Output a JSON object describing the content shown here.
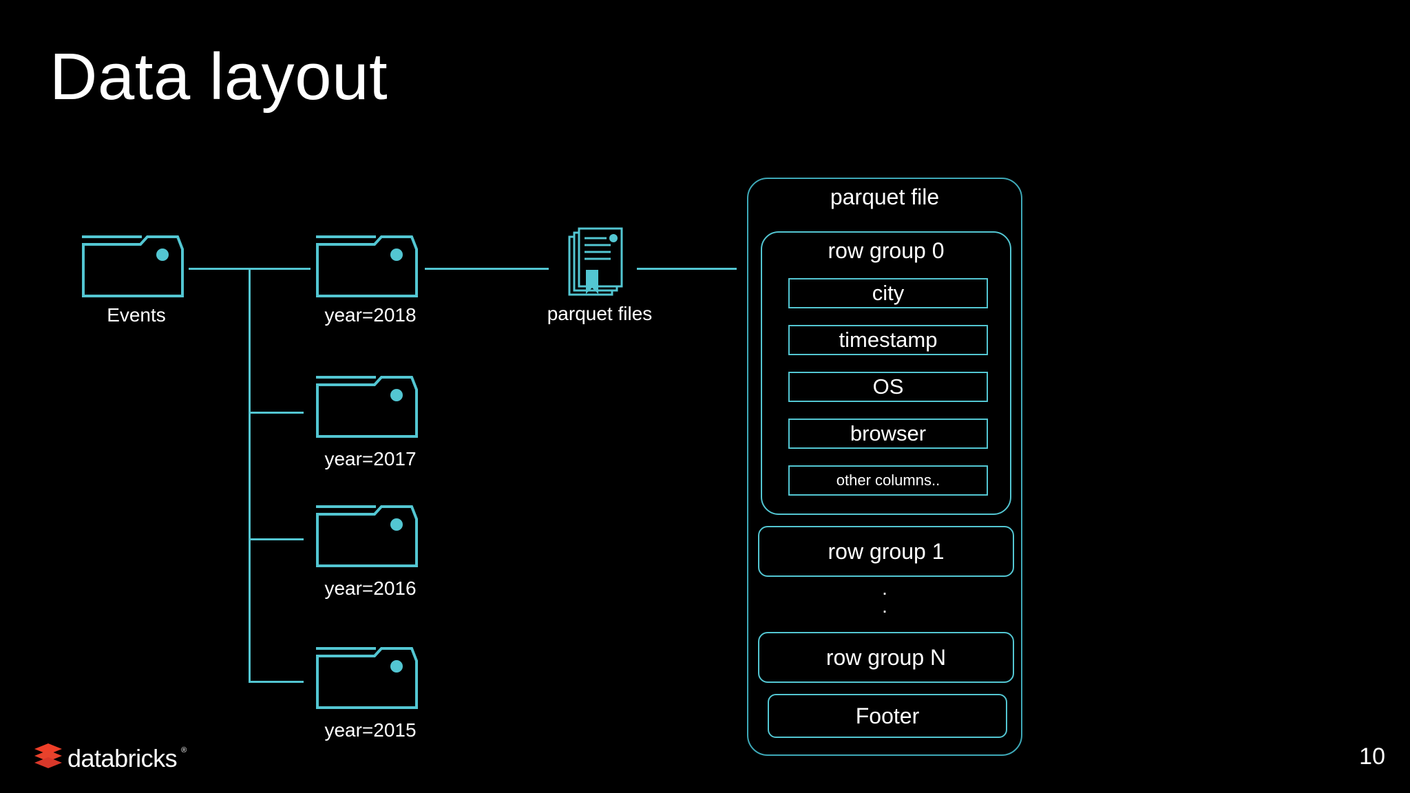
{
  "slide": {
    "title": "Data layout",
    "page_number": "10",
    "background_color": "#000000",
    "accent_color": "#53c6d2",
    "text_color": "#ffffff"
  },
  "brand": {
    "name": "databricks",
    "trademark": "®",
    "logo_color": "#ef3f28",
    "icon": "databricks-stacked-blocks-icon"
  },
  "tree": {
    "root": {
      "label": "Events",
      "icon": "folder-icon"
    },
    "partitions": [
      {
        "label": "year=2018",
        "icon": "folder-icon"
      },
      {
        "label": "year=2017",
        "icon": "folder-icon"
      },
      {
        "label": "year=2016",
        "icon": "folder-icon"
      },
      {
        "label": "year=2015",
        "icon": "folder-icon"
      }
    ],
    "files": {
      "label_line1": "parquet",
      "label_line2": "files",
      "icon": "stacked-documents-icon"
    }
  },
  "parquet_file": {
    "title": "parquet file",
    "row_group_0": {
      "title": "row group 0",
      "columns": [
        {
          "label": "city",
          "size": "normal"
        },
        {
          "label": "timestamp",
          "size": "normal"
        },
        {
          "label": "OS",
          "size": "normal"
        },
        {
          "label": "browser",
          "size": "normal"
        },
        {
          "label": "other columns..",
          "size": "small"
        }
      ]
    },
    "row_group_1": "row group 1",
    "ellipsis_top": ".",
    "ellipsis_bottom": ".",
    "row_group_n": "row group N",
    "footer": "Footer"
  }
}
